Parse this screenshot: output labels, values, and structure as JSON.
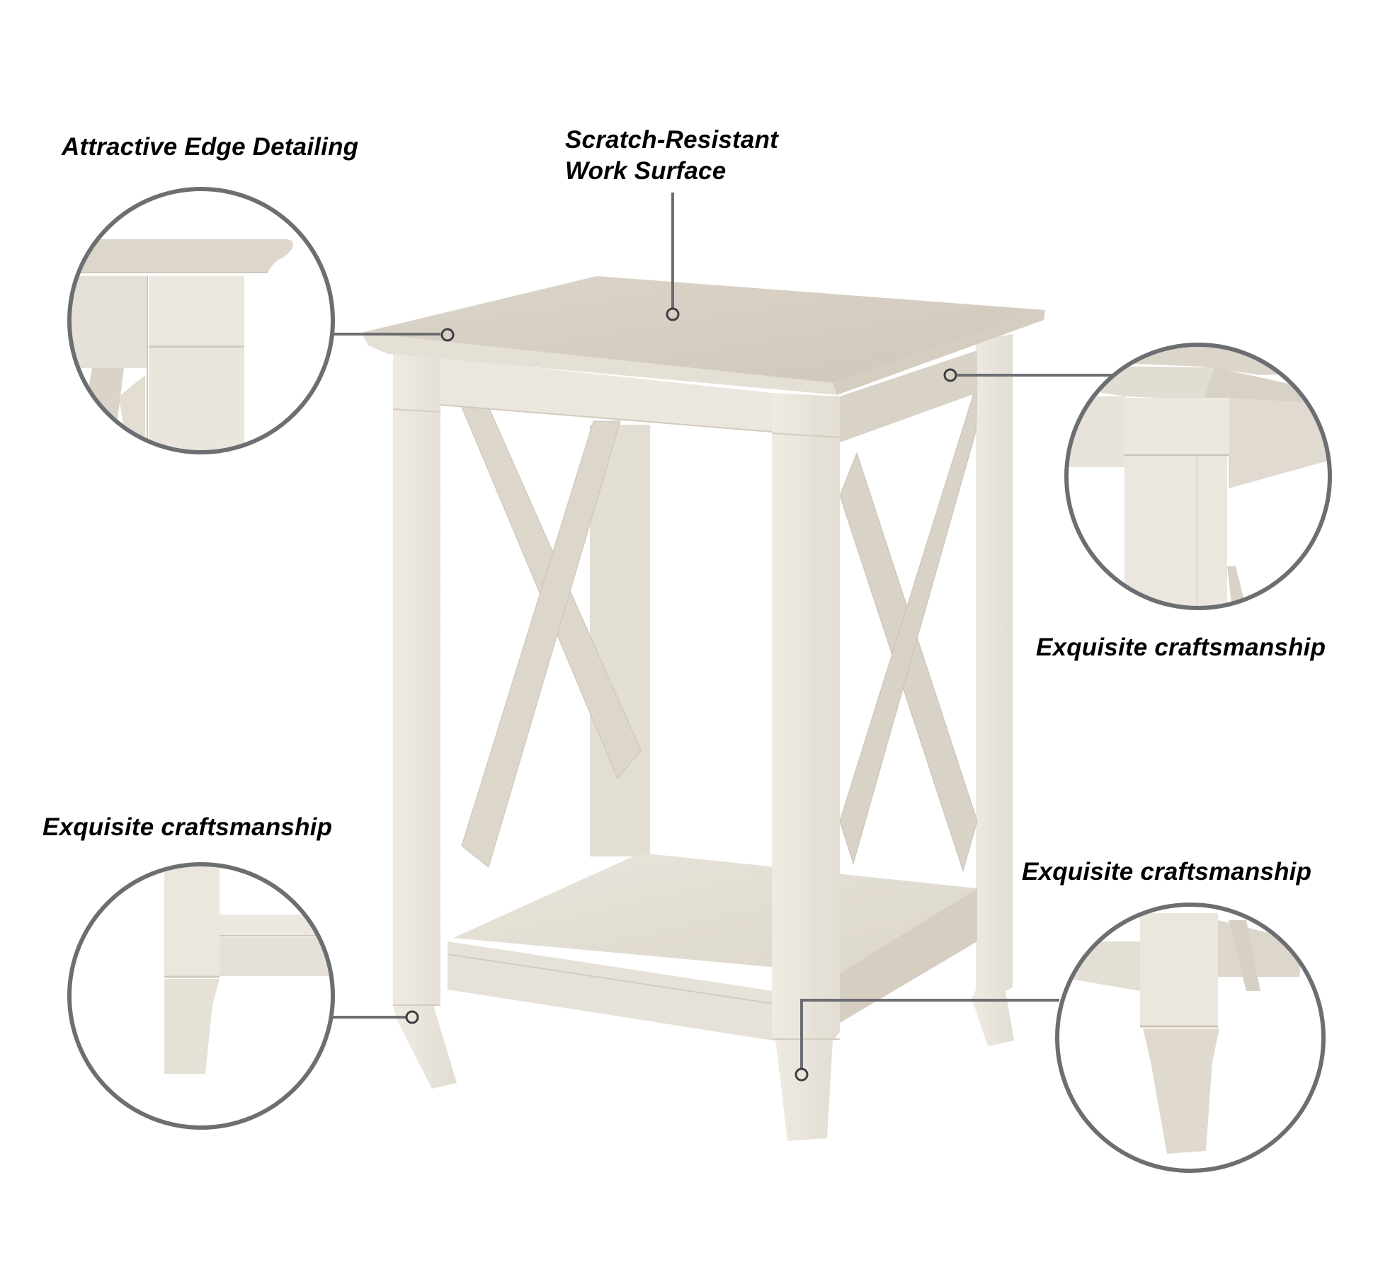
{
  "figure": {
    "type": "product feature callout illustration",
    "subject": "white end table with X-brace sides and lower shelf",
    "colors": {
      "background": "#ffffff",
      "wood_light": "#ebe7de",
      "wood_mid": "#ddd7cb",
      "wood_shadow": "#c9c1b4",
      "callout_line": "#6d6e72",
      "text": "#000000"
    }
  },
  "callouts": [
    {
      "id": "edge",
      "label": "Attractive Edge Detailing",
      "target": "tabletop front-left edge"
    },
    {
      "id": "surface",
      "label_lines": [
        "Scratch-Resistant",
        "Work Surface"
      ],
      "target": "tabletop surface"
    },
    {
      "id": "craft_right_top",
      "label": "Exquisite craftsmanship",
      "target": "top corner apron joint"
    },
    {
      "id": "craft_left",
      "label": "Exquisite craftsmanship",
      "target": "front-left leg foot"
    },
    {
      "id": "craft_right_bottom",
      "label": "Exquisite craftsmanship",
      "target": "front-right leg foot"
    }
  ]
}
